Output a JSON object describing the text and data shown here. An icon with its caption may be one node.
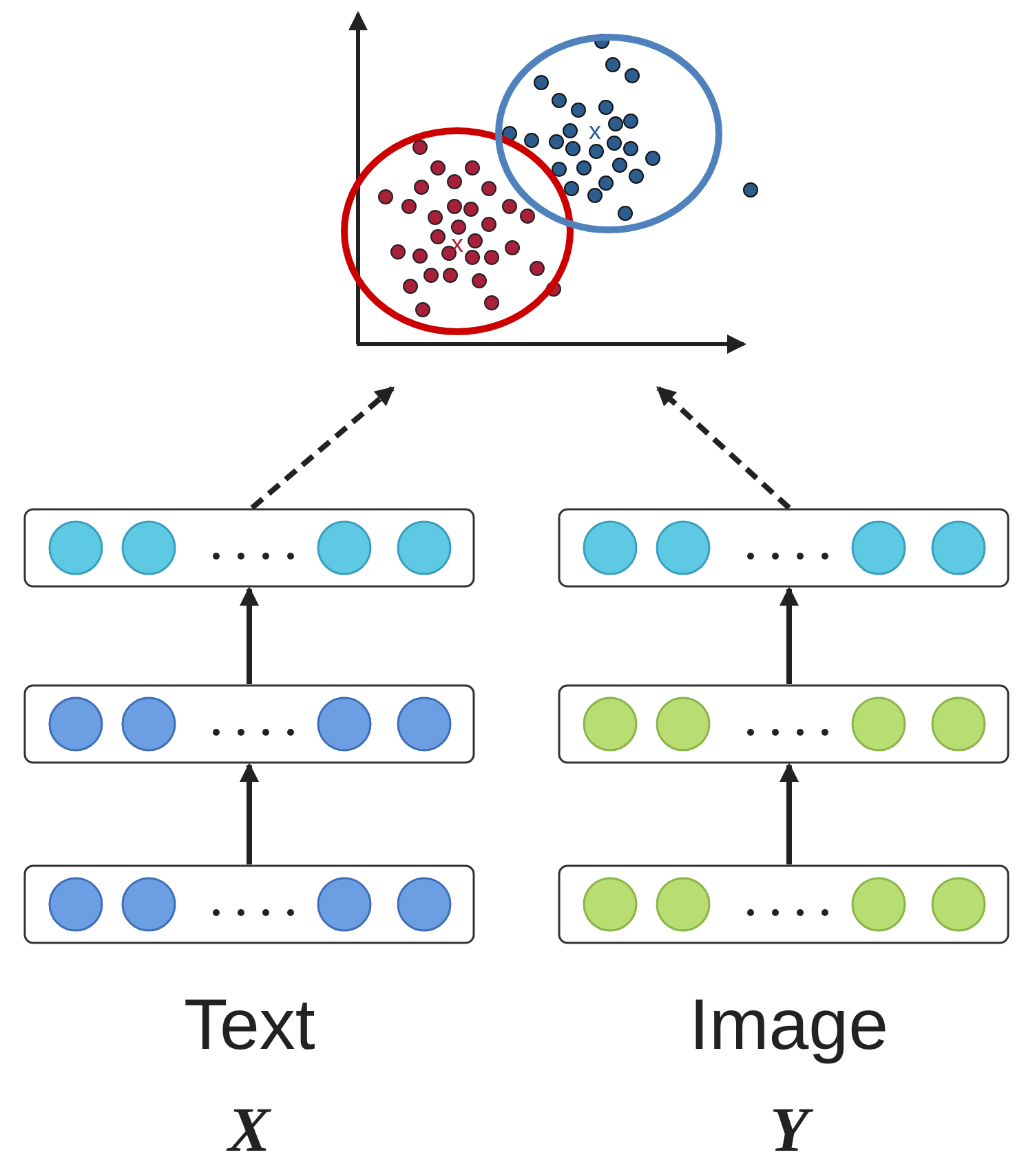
{
  "diagram": {
    "nodes": [
      {
        "text": [],
        "shape": "picture"
      },
      {
        "text": [],
        "shape": "bar"
      },
      {
        "text": [],
        "shape": "bar"
      },
      {
        "text": [],
        "shape": "bar"
      },
      {
        "text": [],
        "shape": "bar"
      },
      {
        "text": [],
        "shape": "bar"
      },
      {
        "text": [],
        "shape": "bar"
      }
    ],
    "edges": [
      {
        "from": 1,
        "to": 0,
        "arrow": "to",
        "style": "dashed"
      },
      {
        "from": 2,
        "to": 0,
        "arrow": "to",
        "style": "dashed"
      },
      {
        "from": 3,
        "to": 1,
        "arrow": "to"
      },
      {
        "from": 4,
        "to": 2,
        "arrow": "to"
      },
      {
        "from": 5,
        "to": 3,
        "arrow": "to"
      },
      {
        "from": 6,
        "to": 4,
        "arrow": "to"
      }
    ],
    "labels": [
      "x",
      "x",
      "Text",
      "X",
      "Image",
      "Y"
    ]
  }
}
